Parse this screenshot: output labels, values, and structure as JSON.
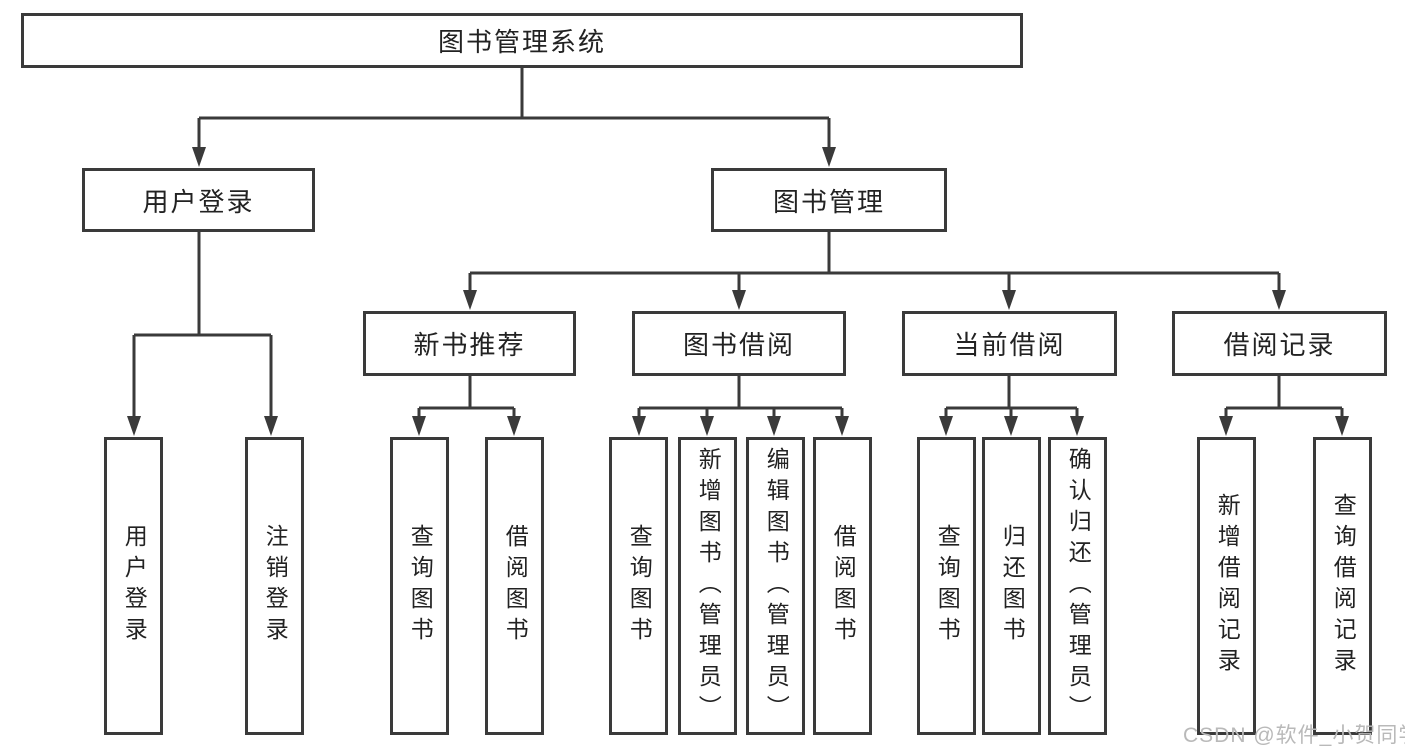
{
  "diagram": {
    "title": "图书管理系统",
    "branches": [
      {
        "label": "用户登录",
        "children": [
          "用户登录",
          "注销登录"
        ]
      },
      {
        "label": "图书管理",
        "groups": [
          {
            "label": "新书推荐",
            "children": [
              "查询图书",
              "借阅图书"
            ]
          },
          {
            "label": "图书借阅",
            "children": [
              "查询图书",
              "新增图书（管理员）",
              "编辑图书（管理员）",
              "借阅图书"
            ]
          },
          {
            "label": "当前借阅",
            "children": [
              "查询图书",
              "归还图书",
              "确认归还（管理员）"
            ]
          },
          {
            "label": "借阅记录",
            "children": [
              "新增借阅记录",
              "查询借阅记录"
            ]
          }
        ]
      }
    ]
  },
  "watermark": {
    "text": "CSDN @软件_小贺同学"
  },
  "colors": {
    "line": "#3a3a3a",
    "text": "#222222",
    "node_background": "#ffffff",
    "watermark": "#b9b9b9"
  }
}
